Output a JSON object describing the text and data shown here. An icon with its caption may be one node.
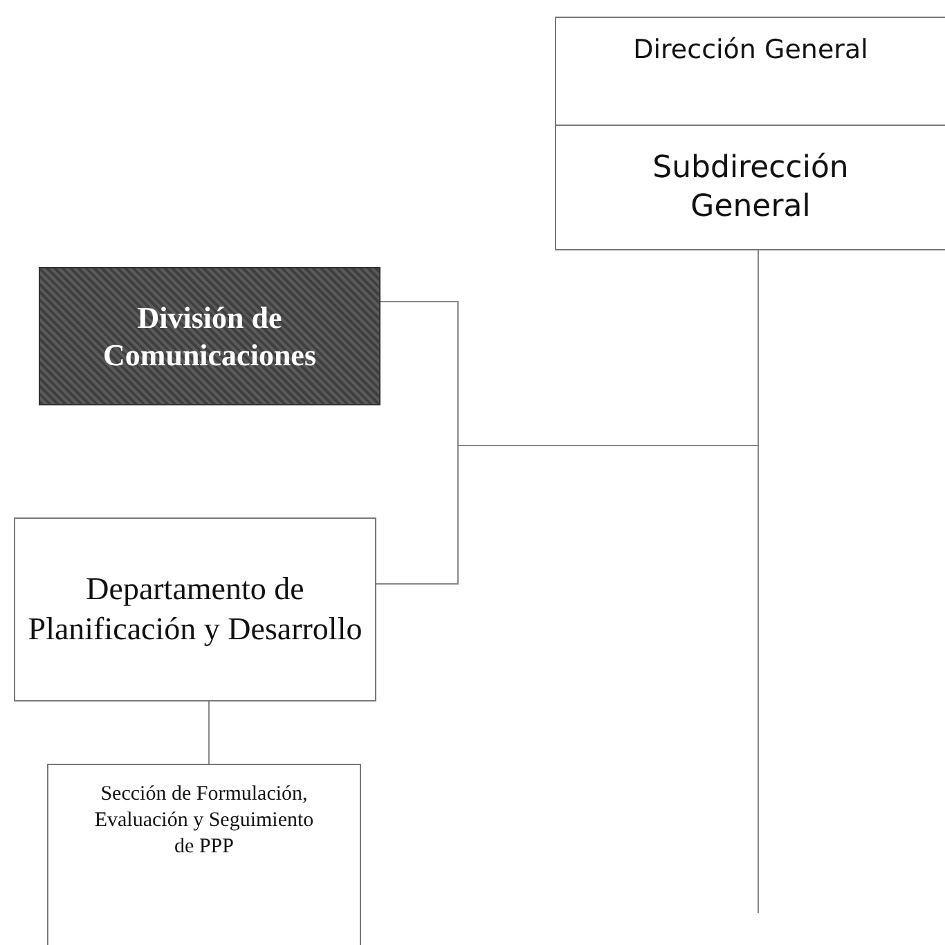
{
  "diagram": {
    "nodes": [
      {
        "text": [
          "Dirección General"
        ]
      },
      {
        "text": [
          "Subdirección General"
        ]
      },
      {
        "text": [
          "División de Comunicaciones"
        ]
      },
      {
        "text": [
          "Departamento de Planificación y Desarrollo"
        ]
      },
      {
        "text": [
          "Sección de Formulación, Evaluación y Seguimiento de PPP"
        ]
      }
    ],
    "edges": [
      {
        "from": 1,
        "to": 2,
        "arrow": "none"
      },
      {
        "from": 1,
        "to": 3,
        "arrow": "none"
      },
      {
        "from": 3,
        "to": 4,
        "arrow": "none"
      },
      {
        "from": 1,
        "to": null,
        "arrow": "none"
      }
    ]
  }
}
